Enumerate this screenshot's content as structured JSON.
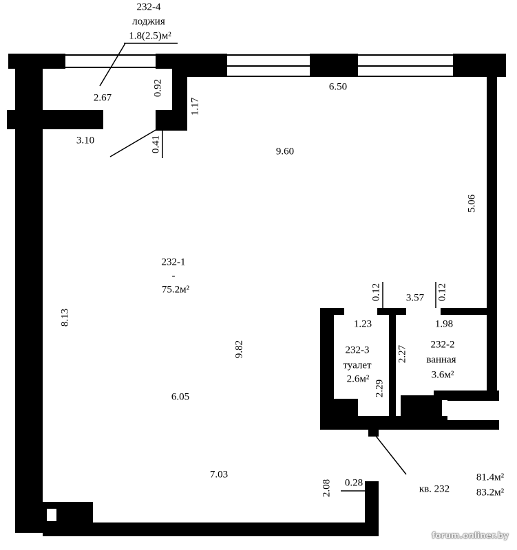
{
  "loggia": {
    "id": "232-4",
    "name": "лоджия",
    "area": "1.8(2.5)м²"
  },
  "main_room": {
    "id": "232-1",
    "dash": "-",
    "area": "75.2м²"
  },
  "toilet": {
    "id": "232-3",
    "name": "туалет",
    "area": "2.6м²"
  },
  "bathroom": {
    "id": "232-2",
    "name": "ванная",
    "area": "3.6м²"
  },
  "dimensions": {
    "d267": "2.67",
    "d092": "0.92",
    "d117": "1.17",
    "d650": "6.50",
    "d310": "3.10",
    "d041": "0.41",
    "d960": "9.60",
    "d506": "5.06",
    "d813": "8.13",
    "d982": "9.82",
    "d605": "6.05",
    "d703": "7.03",
    "d012a": "0.12",
    "d357": "3.57",
    "d012b": "0.12",
    "d123": "1.23",
    "d198": "1.98",
    "d227": "2.27",
    "d229": "2.29",
    "d208": "2.08",
    "d028": "0.28"
  },
  "apartment": {
    "label": "кв. 232",
    "area_living": "81.4м²",
    "area_total": "83.2м²"
  },
  "watermark": "forum.onliner.by"
}
